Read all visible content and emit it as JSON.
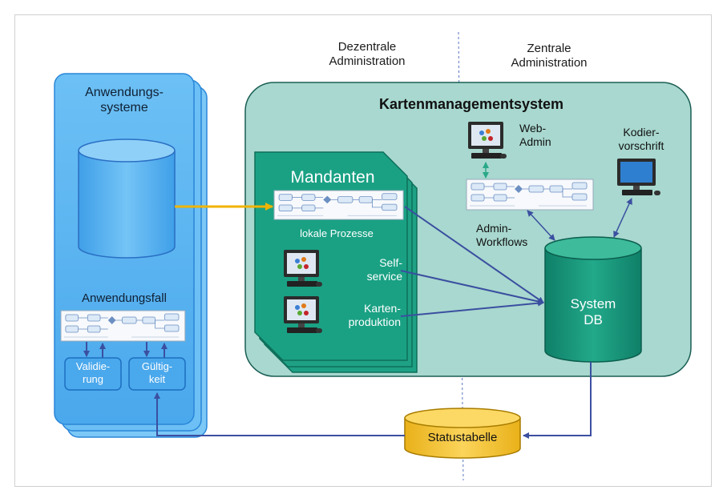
{
  "labels": {
    "dezentrale_line1": "Dezentrale",
    "dezentrale_line2": "Administration",
    "zentrale_line1": "Zentrale",
    "zentrale_line2": "Administration",
    "anwendungssysteme_line1": "Anwendungs-",
    "anwendungssysteme_line2": "systeme",
    "anwendungsfall": "Anwendungsfall",
    "validierung_line1": "Validie-",
    "validierung_line2": "rung",
    "gueltigkeit_line1": "Gültig-",
    "gueltigkeit_line2": "keit",
    "kartenmanagementsystem": "Kartenmanagementsystem",
    "mandanten": "Mandanten",
    "lokale_prozesse": "lokale Prozesse",
    "selfservice_line1": "Self-",
    "selfservice_line2": "service",
    "kartenproduktion_line1": "Karten-",
    "kartenproduktion_line2": "produktion",
    "webadmin_line1": "Web-",
    "webadmin_line2": "Admin",
    "kodiervorschrift_line1": "Kodier-",
    "kodiervorschrift_line2": "vorschrift",
    "adminworkflows_line1": "Admin-",
    "adminworkflows_line2": "Workflows",
    "systemdb_line1": "System",
    "systemdb_line2": "DB",
    "statustabelle": "Statustabelle"
  },
  "colors": {
    "app_blue": "#5bb4f0",
    "app_blue_dark": "#2a86d8",
    "kms_bg": "#a8d8cf",
    "kms_border": "#1a5e54",
    "mandant_green": "#1ea184",
    "db_green": "#17967b",
    "status_yellow": "#f4c430",
    "arrow_blue": "#3b4fa0",
    "arrow_yellow": "#f0b400",
    "arrow_teal": "#2aa888"
  },
  "icons": [
    "monitor-icon",
    "workflow-diagram-icon",
    "database-icon"
  ]
}
